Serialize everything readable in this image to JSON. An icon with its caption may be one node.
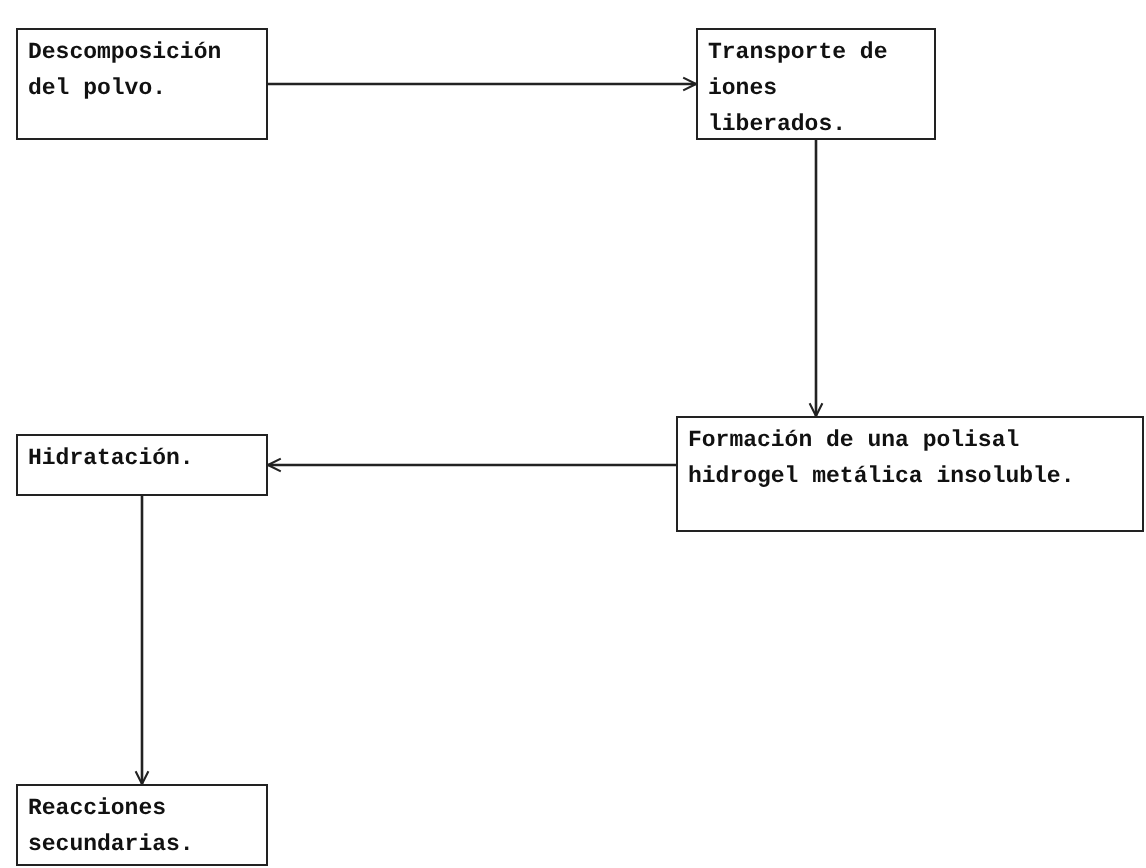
{
  "diagram": {
    "nodes": [
      {
        "text": [
          "Descomposición del polvo."
        ]
      },
      {
        "text": [
          "Transporte de iones liberados."
        ]
      },
      {
        "text": [
          "Formación de una polisal hidrogel metálica insoluble."
        ]
      },
      {
        "text": [
          "Hidratación."
        ]
      },
      {
        "text": [
          "Reacciones secundarias."
        ]
      }
    ],
    "edges": [
      {
        "from": 0,
        "to": 1,
        "arrow": "to"
      },
      {
        "from": 1,
        "to": 2,
        "arrow": "to"
      },
      {
        "from": 2,
        "to": 3,
        "arrow": "to"
      },
      {
        "from": 3,
        "to": 4,
        "arrow": "to"
      }
    ]
  }
}
